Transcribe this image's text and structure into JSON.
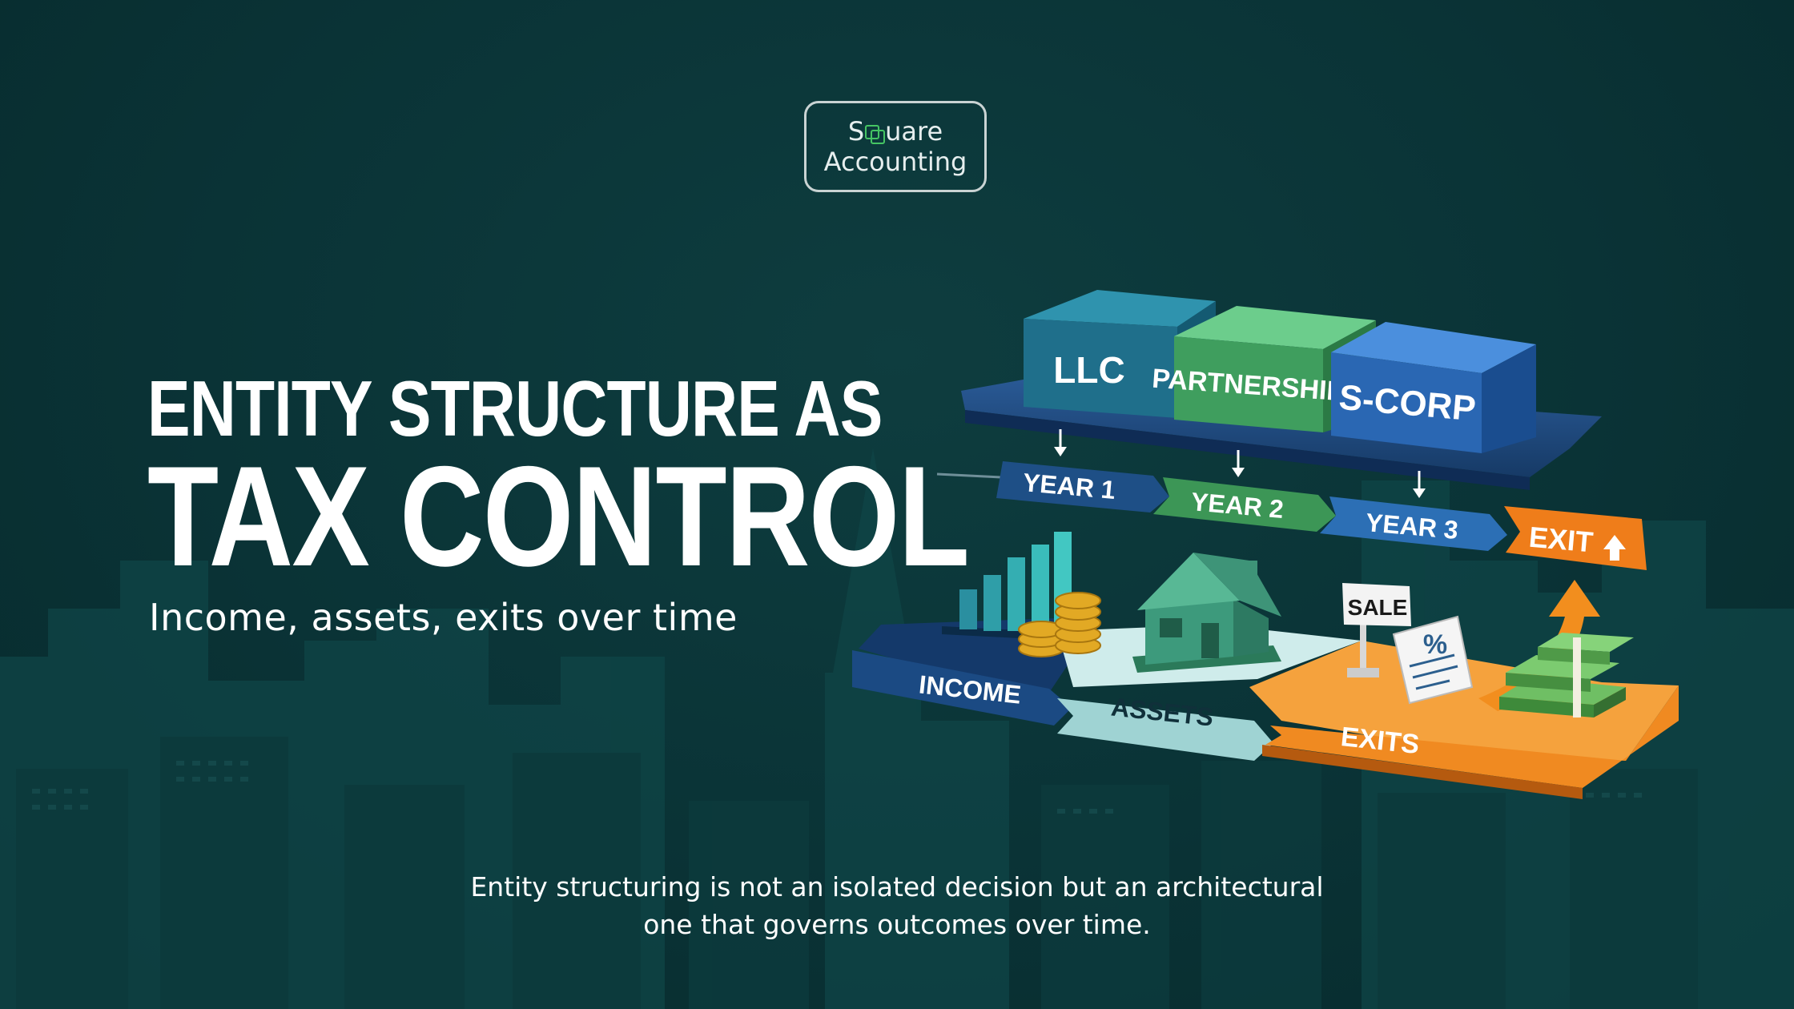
{
  "brand": {
    "logo_line1_start": "S",
    "logo_line1_end": "uare",
    "logo_line2": "Accounting",
    "accent_color": "#45c463"
  },
  "headline": {
    "line1": "ENTITY STRUCTURE AS",
    "line2": "TAX CONTROL",
    "subtitle": "Income, assets, exits over time"
  },
  "illustration": {
    "entities": [
      {
        "label": "LLC",
        "color": "#1f6f8b"
      },
      {
        "label": "PARTNERSHIP",
        "color": "#3f9e5e"
      },
      {
        "label": "S-CORP",
        "color": "#2a67b3"
      }
    ],
    "timeline": [
      {
        "label": "YEAR 1",
        "color": "#1e4f86"
      },
      {
        "label": "YEAR 2",
        "color": "#3c9656"
      },
      {
        "label": "YEAR 3",
        "color": "#2c6fb5"
      },
      {
        "label": "EXIT",
        "color": "#ef7d1a"
      }
    ],
    "categories": [
      {
        "label": "INCOME",
        "color": "#1b4a83"
      },
      {
        "label": "ASSETS",
        "color": "#9fd3d3"
      },
      {
        "label": "EXITS",
        "color": "#f08a21"
      }
    ],
    "sale_sign": "SALE",
    "percent_sign": "%"
  },
  "caption": {
    "line1": "Entity structuring is not an isolated decision but an architectural",
    "line2": "one that governs outcomes over time."
  }
}
